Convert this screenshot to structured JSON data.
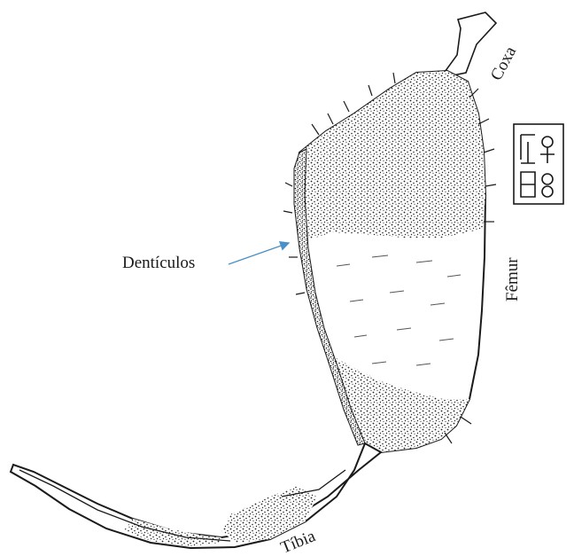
{
  "labels": {
    "coxa": "Coxa",
    "denticulos": "Dentículos",
    "femur": "Fêmur",
    "tibia": "Tíbia"
  },
  "colors": {
    "ink": "#1a1a1a",
    "arrow": "#4a90c8"
  }
}
